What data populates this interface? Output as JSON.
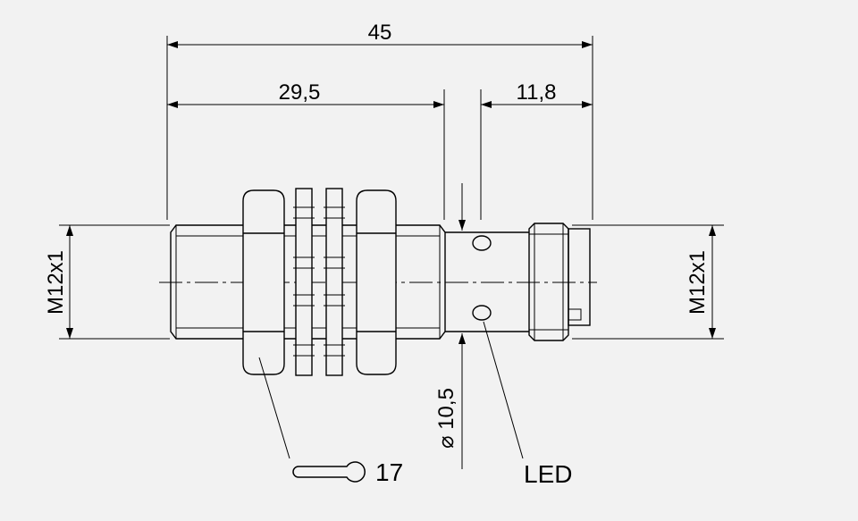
{
  "dimensions": {
    "overall_length": "45",
    "thread_length": "29,5",
    "connector_length": "11,8",
    "thread_left": "M12x1",
    "thread_right": "M12x1",
    "diameter": "⌀ 10,5"
  },
  "callouts": {
    "wrench_size": "17",
    "led": "LED"
  },
  "colors": {
    "background": "#f2f2f2",
    "line": "#000000"
  },
  "icons": {
    "wrench": "wrench-icon"
  }
}
